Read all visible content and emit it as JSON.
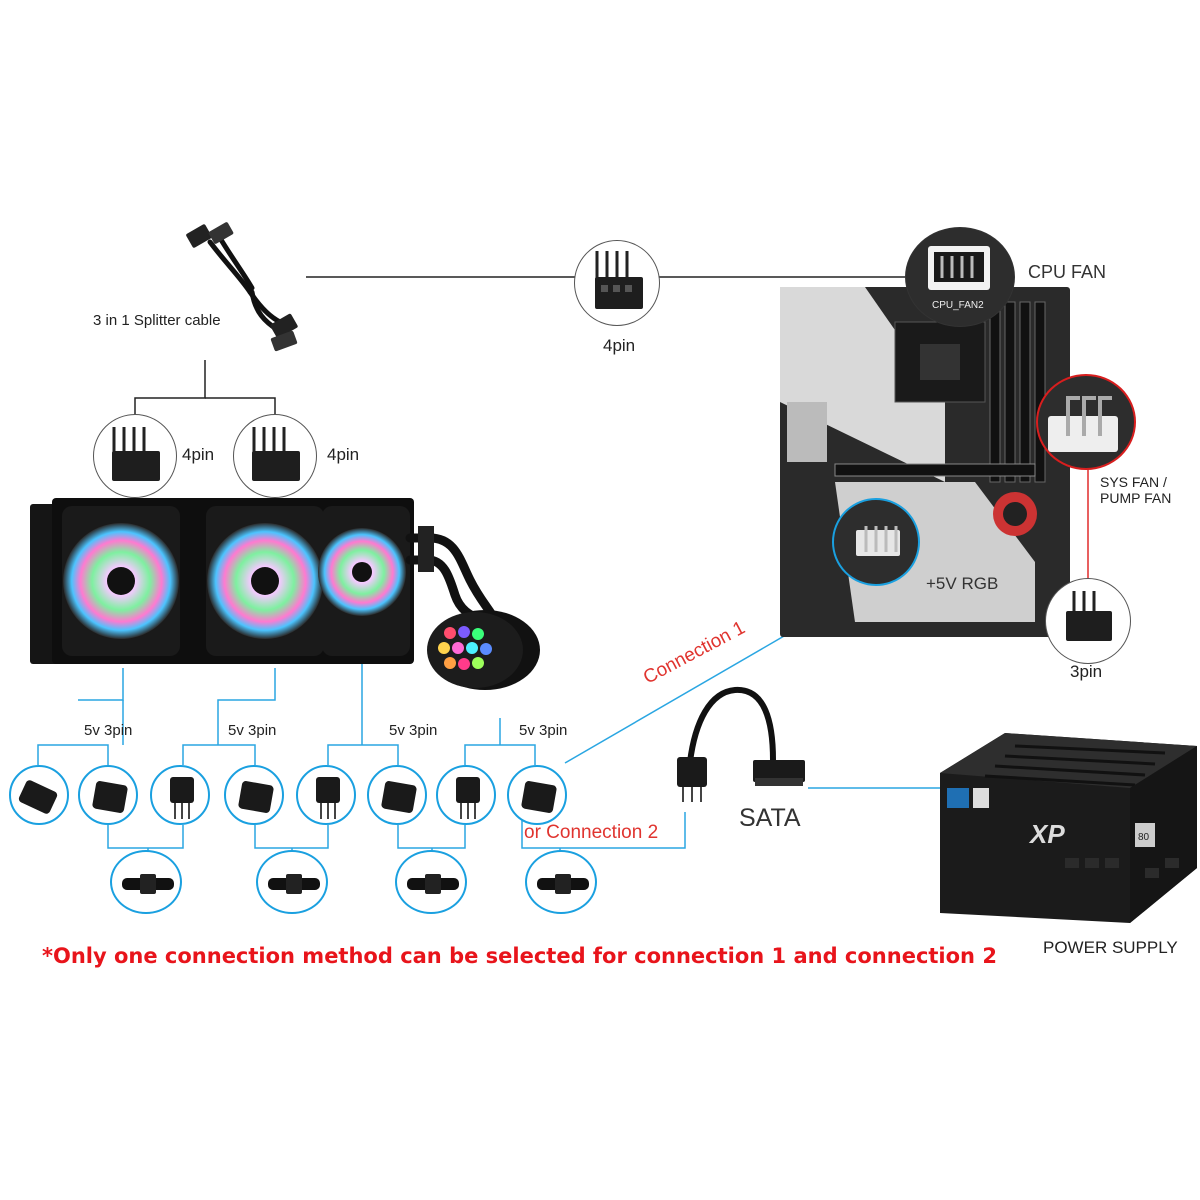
{
  "labels": {
    "splitter_cable": "3 in 1 Splitter cable",
    "pin4_main": "4pin",
    "pin4_left": "4pin",
    "pin4_right": "4pin",
    "cpu_fan": "CPU FAN",
    "sys_fan_line1": "SYS FAN /",
    "sys_fan_line2": "PUMP FAN",
    "rgb_5v": "+5V RGB",
    "pin3": "3pin",
    "connection1": "Connection 1",
    "connection2": "or Connection 2",
    "sata": "SATA",
    "power_supply": "POWER SUPPLY",
    "cpu_fan2_silk": "CPU_FAN2",
    "psu_brand": "XP",
    "psu_badge": "80",
    "pin3_groups": [
      "5v 3pin",
      "5v 3pin",
      "5v 3pin",
      "5v 3pin"
    ]
  },
  "note": "*Only one connection method can be selected for connection 1 and connection 2",
  "colors": {
    "wire_black": "#222222",
    "wire_blue": "#2aa6e2",
    "wire_red": "#e02a2a",
    "note_red": "#e8141b",
    "psu_body": "#1b1b1b"
  },
  "icons": {
    "splitter": "splitter-cable-icon",
    "fan_connector": "fan-connector-icon",
    "rgb_connector": "rgb-connector-icon",
    "rgb_coupler": "rgb-coupler-icon",
    "motherboard": "motherboard-icon",
    "radiator": "radiator-icon",
    "pump": "pump-icon",
    "sata_cable": "sata-cable-icon",
    "psu": "power-supply-icon"
  }
}
